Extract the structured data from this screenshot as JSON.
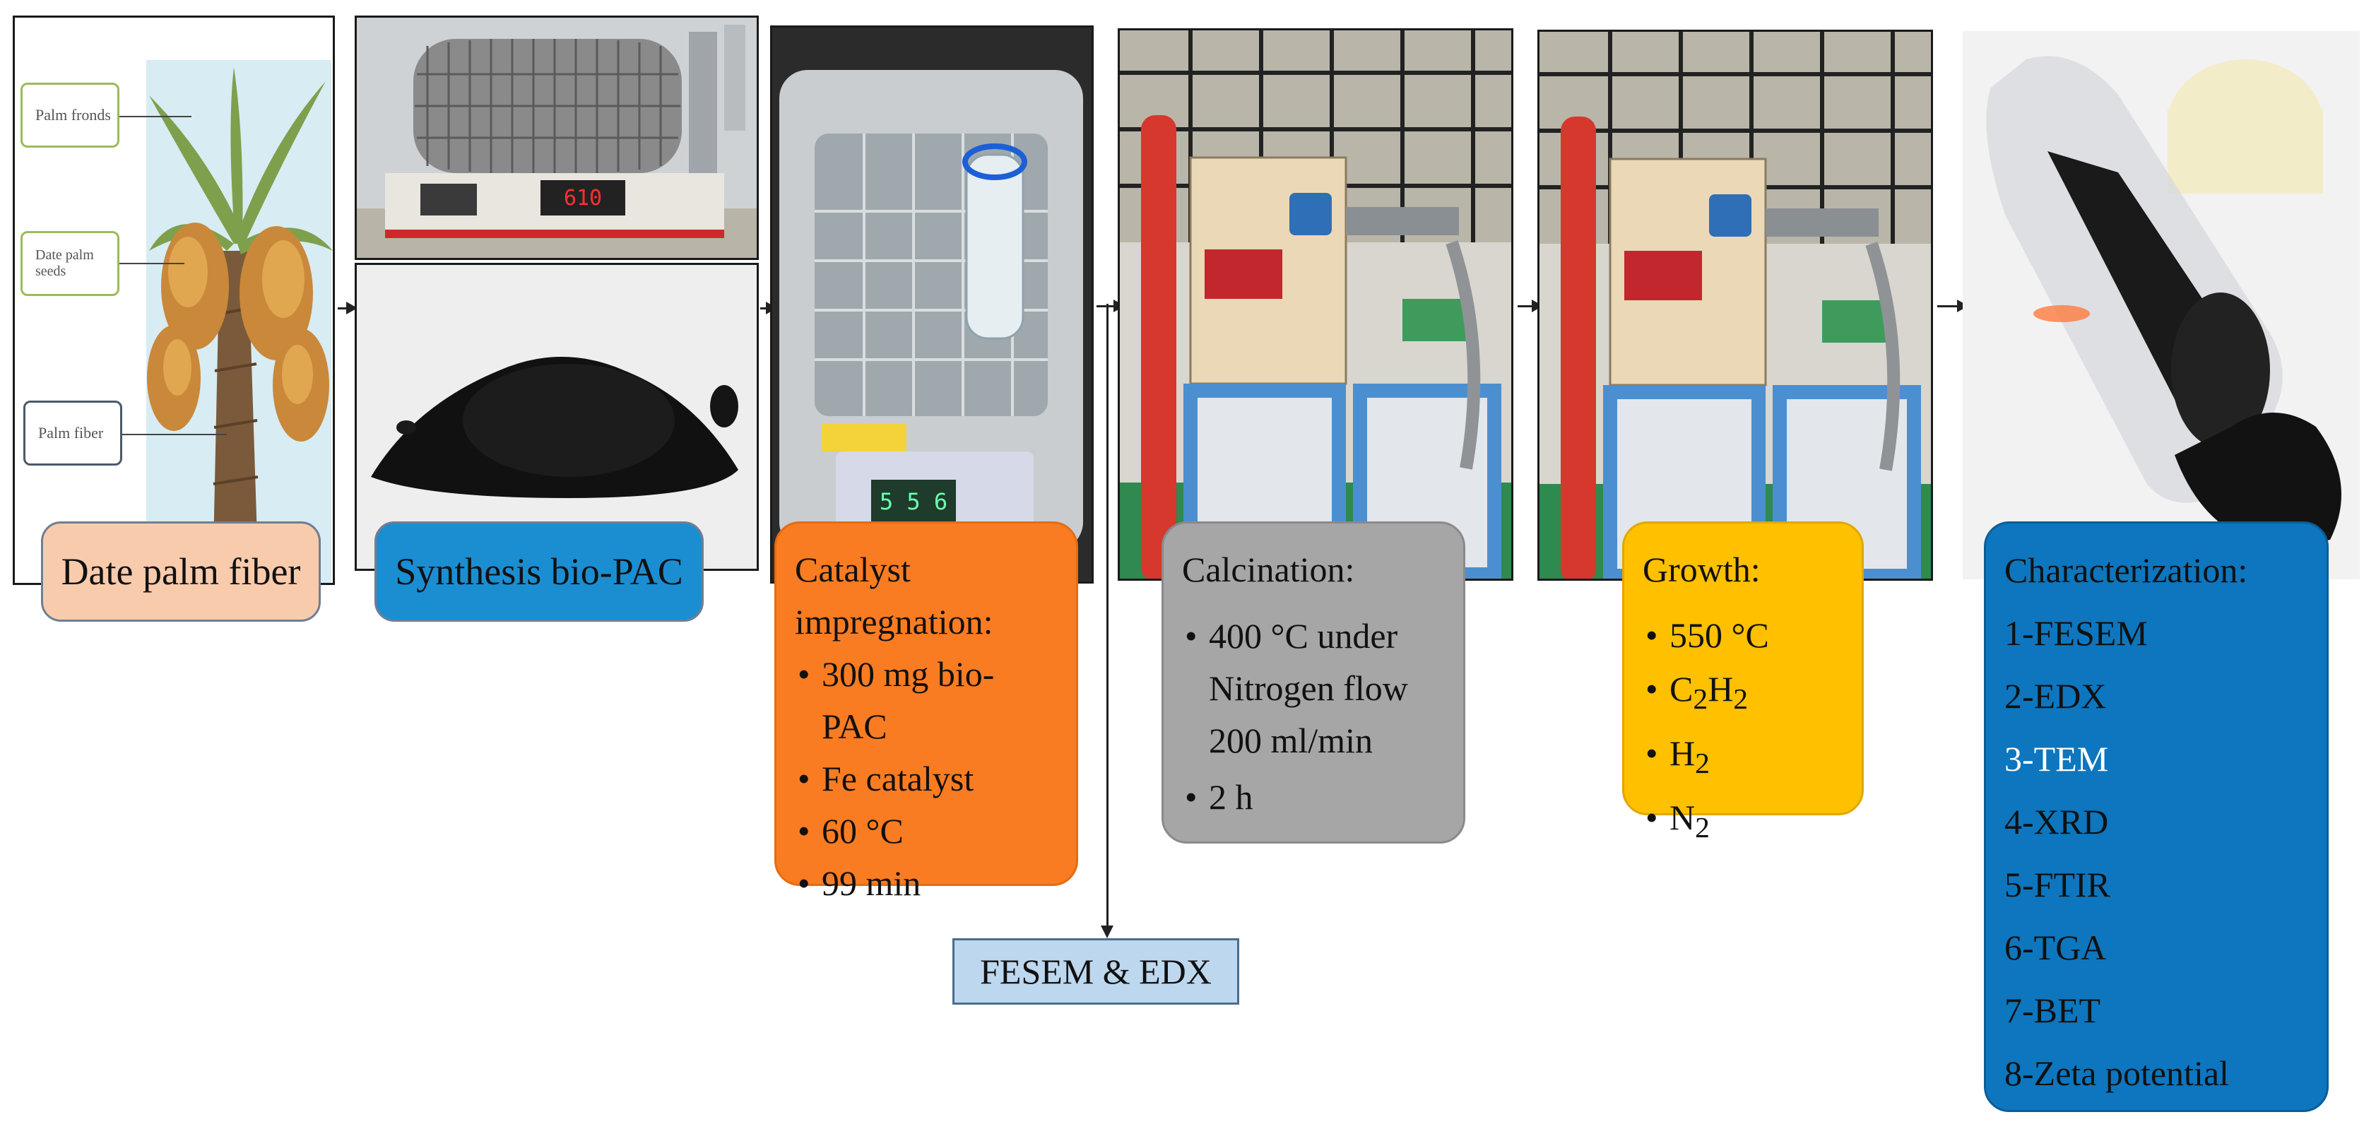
{
  "stages": {
    "palm": {
      "label": "Date palm fiber",
      "callouts": [
        "Palm fronds",
        "Date palm seeds",
        "Palm fiber"
      ]
    },
    "synthesis": {
      "label": "Synthesis bio-PAC",
      "display": "610"
    },
    "catalyst": {
      "title_line1": "Catalyst",
      "title_line2": "impregnation:",
      "items": [
        "300 mg bio-PAC",
        "Fe catalyst",
        "60 °C",
        "99 min"
      ],
      "display": "5 5 6"
    },
    "calcination": {
      "title": "Calcination:",
      "item1_line1": "400 °C under",
      "item1_line2": "Nitrogen flow",
      "item1_line3": "200 ml/min",
      "item2": "2 h"
    },
    "growth": {
      "title": "Growth:",
      "item1": "550 °C",
      "c2h2": {
        "a": "C",
        "a_sub": "2",
        "b": "H",
        "b_sub": "2"
      },
      "h2": {
        "a": "H",
        "a_sub": "2"
      },
      "n2": {
        "a": "N",
        "a_sub": "2"
      }
    },
    "characterization": {
      "title": "Characterization:",
      "items": [
        "1-FESEM",
        "2-EDX",
        "3-TEM",
        "4-XRD",
        "5-FTIR",
        "6-TGA",
        "7-BET",
        "8-Zeta potential"
      ]
    }
  },
  "side_output": {
    "label": "FESEM & EDX"
  },
  "colors": {
    "palm_label": "#f9cbad",
    "synthesis_label": "#1b8ed2",
    "catalyst_box": "#fa7c22",
    "calcination_box": "#a6a6a6",
    "growth_box": "#ffc000",
    "characterization_box": "#0d76be",
    "fesem_box": "#bdd7ee"
  }
}
